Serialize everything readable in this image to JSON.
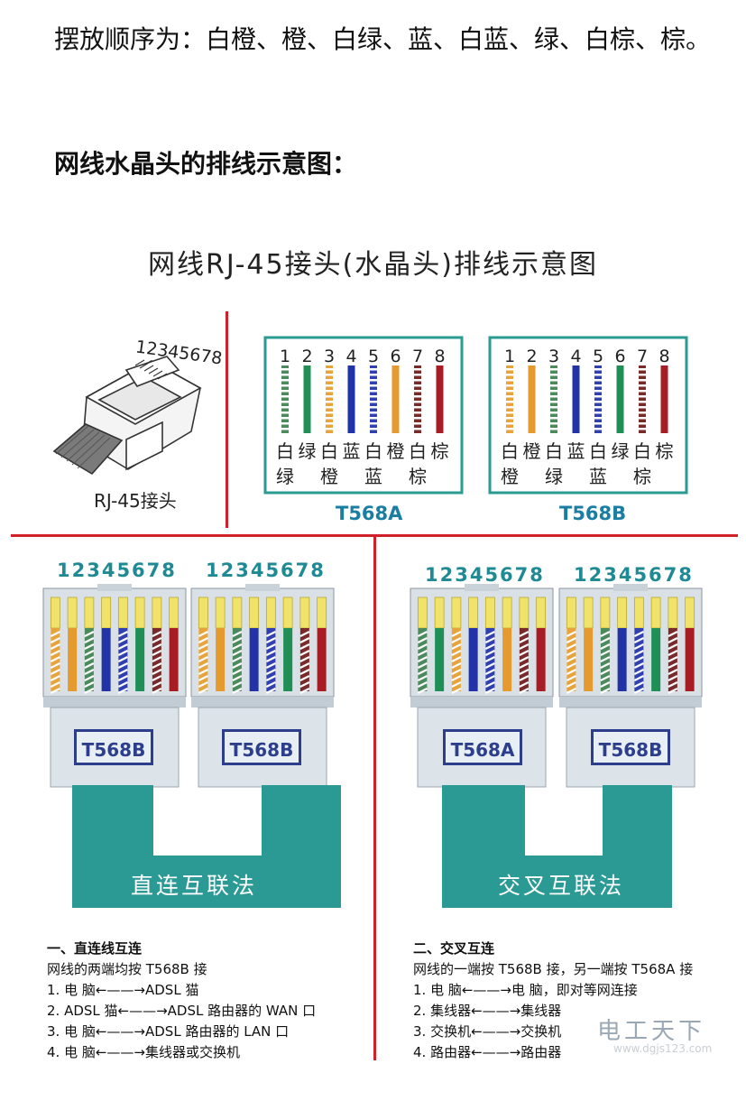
{
  "intro": {
    "order_text": "摆放顺序为：白橙、橙、白绿、蓝、白蓝、绿、白棕、棕。",
    "heading": "网线水晶头的排线示意图："
  },
  "diagram": {
    "title": "网线RJ-45接头(水晶头)排线示意图",
    "connector": {
      "pins_text": "12345678",
      "label": "RJ-45接头"
    },
    "pin_numbers": [
      "1",
      "2",
      "3",
      "4",
      "5",
      "6",
      "7",
      "8"
    ],
    "t568a": {
      "name": "T568A",
      "top_row": [
        "白",
        "绿",
        "白",
        "蓝",
        "白",
        "橙",
        "白",
        "棕"
      ],
      "bottom_row": [
        "绿",
        "",
        "橙",
        "",
        "蓝",
        "",
        "棕",
        ""
      ],
      "colors": [
        "#4b8a5b",
        "#1f8f56",
        "#e8a33b",
        "#2233a8",
        "#3040b0",
        "#e59a2f",
        "#7b2a2a",
        "#a81d23"
      ]
    },
    "t568b": {
      "name": "T568B",
      "top_row": [
        "白",
        "橙",
        "白",
        "蓝",
        "白",
        "绿",
        "白",
        "棕"
      ],
      "bottom_row": [
        "橙",
        "",
        "绿",
        "",
        "蓝",
        "",
        "棕",
        ""
      ],
      "colors": [
        "#e8a33b",
        "#e59a2f",
        "#4b8a5b",
        "#2233a8",
        "#3040b0",
        "#1f8f56",
        "#7b2a2a",
        "#a81d23"
      ]
    },
    "straight": {
      "digits": "12345678",
      "left_badge": "T568B",
      "right_badge": "T568B",
      "label": "直连互联法",
      "notes": [
        "一、直连线互连",
        "网线的两端均按 T568B 接",
        "1.  电   脑←——→ADSL 猫",
        "2.  ADSL 猫←——→ADSL 路由器的 WAN 口",
        "3.  电   脑←——→ADSL 路由器的 LAN 口",
        "4.  电   脑←——→集线器或交换机"
      ]
    },
    "cross": {
      "digits": "12345678",
      "left_badge": "T568A",
      "right_badge": "T568B",
      "label": "交叉互联法",
      "notes": [
        "二、交叉互连",
        "网线的一端按 T568B 接，另一端按 T568A 接",
        "1.  电   脑←——→电   脑，即对等网连接",
        "2.  集线器←——→集线器",
        "3.  交换机←——→交换机",
        "4.  路由器←——→路由器"
      ]
    },
    "watermark": {
      "text": "电工天下",
      "url": "www.dgjs123.com"
    },
    "colors": {
      "divider_red": "#d0202a",
      "frame_teal": "#2a9a92",
      "band_teal": "#2b9a95",
      "label_blue": "#1a7ea3"
    }
  }
}
